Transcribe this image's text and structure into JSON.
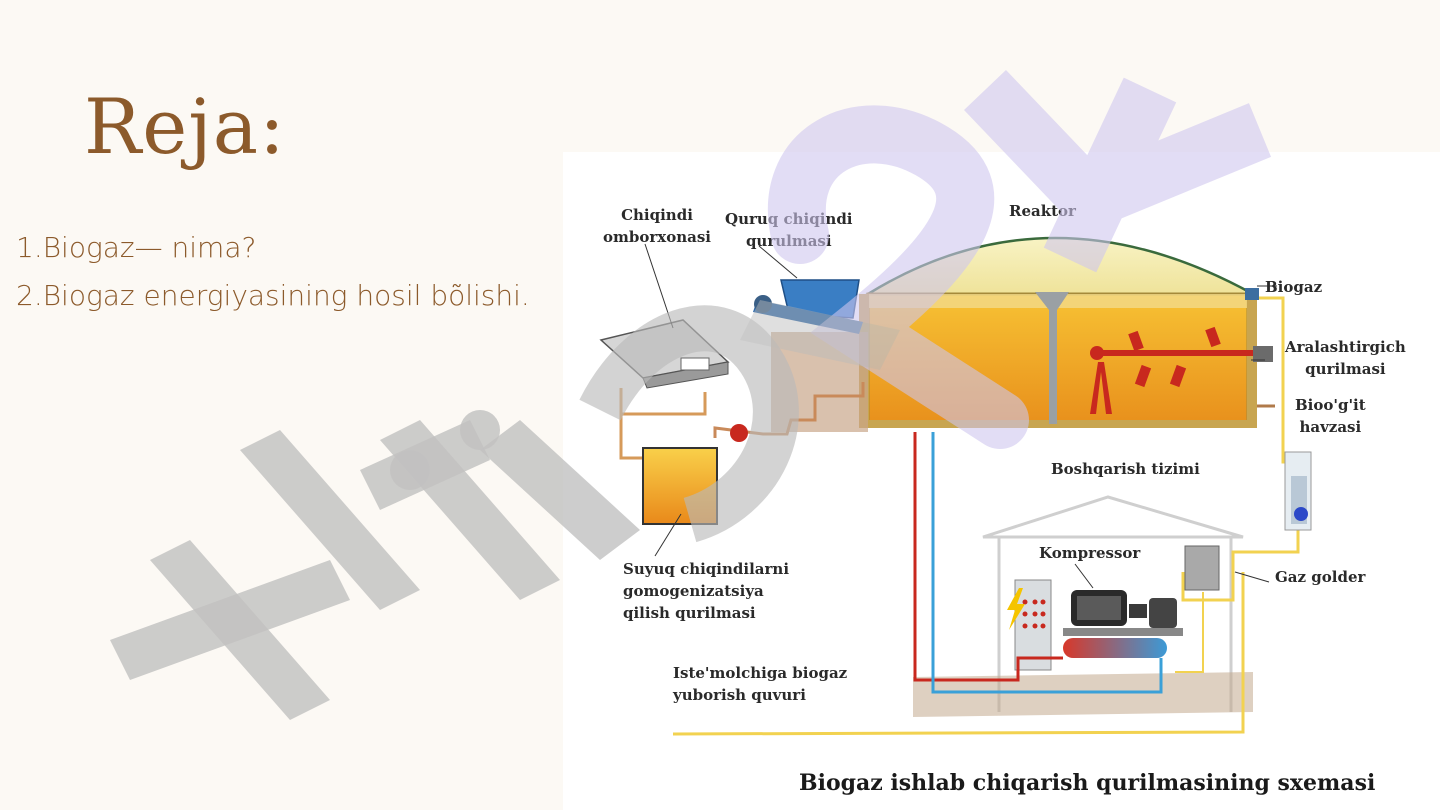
{
  "slide": {
    "title": "Reja:",
    "agenda": [
      "1.Biogaz— nima?",
      "2.Biogaz energiyasining hosil bõlishi."
    ]
  },
  "diagram": {
    "labels": {
      "waste_storage_1": "Chiqindi",
      "waste_storage_2": "omborxonasi",
      "dry_waste_1": "Quruq chiqindi",
      "dry_waste_2": "qurulmasi",
      "reactor": "Reaktor",
      "biogas": "Biogaz",
      "mixer_1": "Aralashtirgich",
      "mixer_2": "qurilmasi",
      "biofert_1": "Bioo'g'it",
      "biofert_2": "havzasi",
      "control_system": "Boshqarish tizimi",
      "compressor": "Kompressor",
      "gas_holder": "Gaz golder",
      "homog_1": "Suyuq chiqindilarni",
      "homog_2": "gomogenizatsiya",
      "homog_3": "qilish qurilmasi",
      "consumer_1": "Iste'molchiga biogaz",
      "consumer_2": "yuborish quvuri"
    },
    "caption": "Biogaz ishlab chiqarish qurilmasining sxemasi"
  },
  "colors": {
    "title": "#8c5a2b",
    "background": "#fcf9f4",
    "slurry": "#f0a020",
    "pipe_red": "#c8281e",
    "pipe_blue": "#3aa0d8",
    "pipe_yellow": "#f2d250",
    "watermark_purple": "#cfc6ee",
    "watermark_gray": "#b9b9b9"
  },
  "watermark": {
    "text": "Hujjat24"
  }
}
